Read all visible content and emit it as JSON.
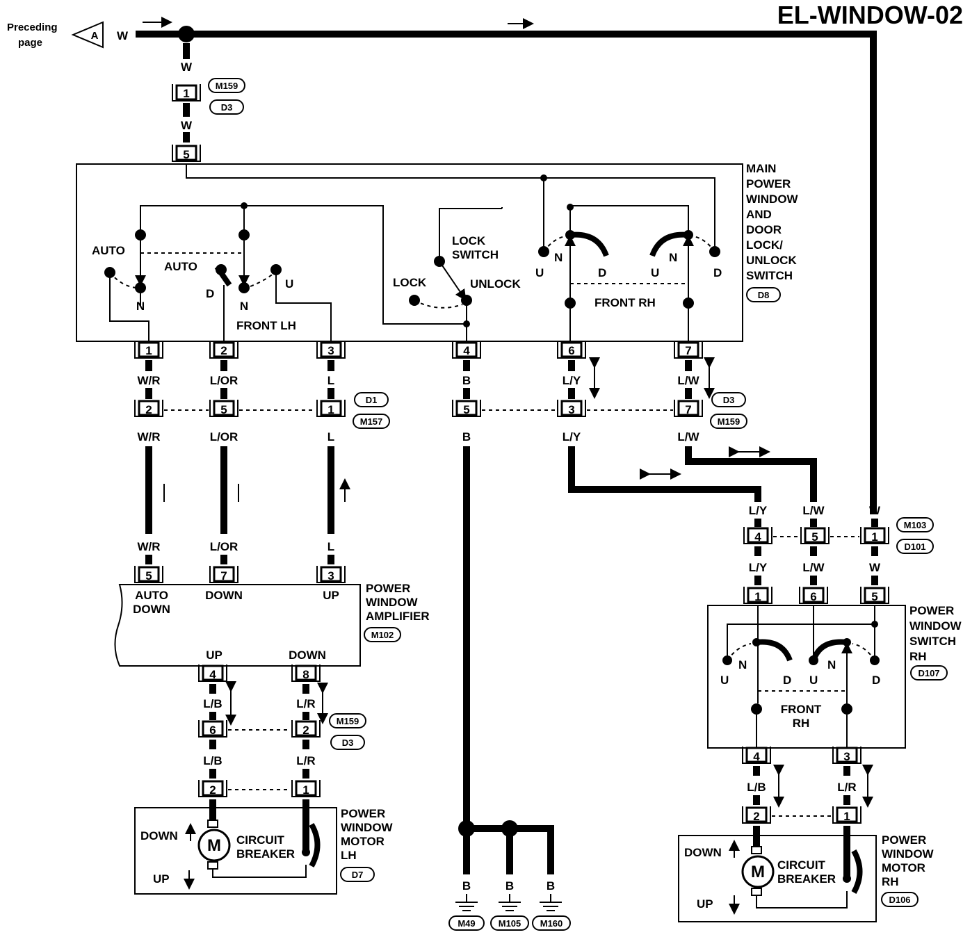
{
  "title": "EL-WINDOW-02",
  "preceding": {
    "line1": "Preceding",
    "line2": "page",
    "connector": "A",
    "wire": "W"
  },
  "wires": {
    "w": "W",
    "wr": "W/R",
    "lor": "L/OR",
    "l": "L",
    "b": "B",
    "ly": "L/Y",
    "lw": "L/W",
    "lb": "L/B",
    "lr": "L/R"
  },
  "pins": [
    "1",
    "2",
    "3",
    "4",
    "5",
    "6",
    "7",
    "8"
  ],
  "connectors": {
    "m159": "M159",
    "d3": "D3",
    "d1": "D1",
    "m157": "M157",
    "d8": "D8",
    "m103": "M103",
    "d101": "D101",
    "m102": "M102",
    "d107": "D107",
    "d7": "D7",
    "d106": "D106",
    "m49": "M49",
    "m105": "M105",
    "m160": "M160"
  },
  "main_switch": {
    "name": [
      "MAIN",
      "POWER",
      "WINDOW",
      "AND",
      "DOOR",
      "LOCK/",
      "UNLOCK",
      "SWITCH"
    ],
    "auto": "AUTO",
    "n": "N",
    "d": "D",
    "u": "U",
    "front_lh": "FRONT LH",
    "front_rh": "FRONT RH",
    "lock_switch": [
      "LOCK",
      "SWITCH"
    ],
    "lock": "LOCK",
    "unlock": "UNLOCK"
  },
  "amplifier": {
    "name": [
      "POWER",
      "WINDOW",
      "AMPLIFIER"
    ],
    "auto_down": [
      "AUTO",
      "DOWN"
    ],
    "down": "DOWN",
    "up": "UP"
  },
  "switch_rh": {
    "name": [
      "POWER",
      "WINDOW",
      "SWITCH",
      "RH"
    ],
    "front_rh": [
      "FRONT",
      "RH"
    ]
  },
  "motor_lh": {
    "name": [
      "POWER",
      "WINDOW",
      "MOTOR",
      "LH"
    ]
  },
  "motor_rh": {
    "name": [
      "POWER",
      "WINDOW",
      "MOTOR",
      "RH"
    ]
  },
  "motor": {
    "down": "DOWN",
    "up": "UP",
    "m": "M",
    "breaker": [
      "CIRCUIT",
      "BREAKER"
    ]
  }
}
